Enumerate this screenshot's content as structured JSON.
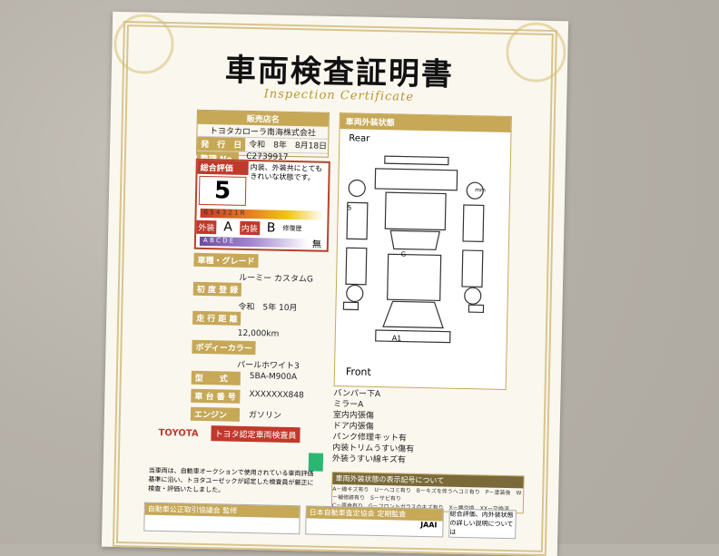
{
  "title": "車両検査証明書",
  "subtitle": "Inspection Certificate",
  "dealer": {
    "label": "販売店名",
    "value": "トヨタカローラ南海株式会社"
  },
  "issue": {
    "label": "発　行　日",
    "value": "令和　8年　8月18日"
  },
  "control": {
    "label": "整理 No.",
    "value": "C2739917"
  },
  "rating": {
    "label": "総合評価",
    "score": "5",
    "comment": "内装、外装共にとてもきれいな状態です。",
    "scale": "6 5 4 3 2 1 R",
    "exterior_label": "外装",
    "exterior_grade": "A",
    "interior_label": "内装",
    "interior_grade": "B",
    "repair_label": "修復歴",
    "repair_value": "無",
    "scale2": "A B C D E"
  },
  "model": {
    "label": "車種・グレード",
    "value": "ルーミー カスタムG"
  },
  "first_reg": {
    "label": "初 度 登 録",
    "value": "令和　5年 10月"
  },
  "mileage": {
    "label": "走 行 距 離",
    "value": "12,000km"
  },
  "color": {
    "label": "ボディーカラー",
    "value": "パールホワイト3"
  },
  "type": {
    "label": "型　　式",
    "value": "5BA-M900A"
  },
  "chassis": {
    "label": "車 台 番 号",
    "value": "XXXXXXX848"
  },
  "engine": {
    "label": "エンジン",
    "value": "ガソリン"
  },
  "brand": {
    "toyota": "TOYOTA",
    "inspector": "トヨタ認定車両検査員"
  },
  "exterior_panel": {
    "title": "車両外装状態",
    "rear": "Rear",
    "front": "Front",
    "mark_a1": "A1",
    "mark_g": "G",
    "mm": "mm",
    "five": "5"
  },
  "notes": [
    "バンパー下A",
    "ミラーA",
    "室内内張傷",
    "ドア内張傷",
    "パンク修理キット有",
    "内装トリムうすい傷有",
    "外装うすい線キズ有"
  ],
  "legend": {
    "title": "車両外装状態の表示記号について",
    "line1": "A－線キズ有り　U－ヘコミ有り　B－キズを伴うヘコミ有り　P－塗装後　W－補修跡有り　S－サビ有り",
    "line2": "C－腐食有り　G－フロントガラスのキズ有り　X－要交換　XX－交換済"
  },
  "disclaimer": "当車両は、自動車オークションで使用されている車両評価基準に沿い、トヨタユーゼックが認定した検査員が厳正に検査・評価いたしました。",
  "footer": {
    "a": "自動車公正取引協議会 監修",
    "b": "日本自動車査定協会 定期監査",
    "b_logo": "JAAI",
    "c": "総合評価、内外装状態の詳しい説明については"
  }
}
